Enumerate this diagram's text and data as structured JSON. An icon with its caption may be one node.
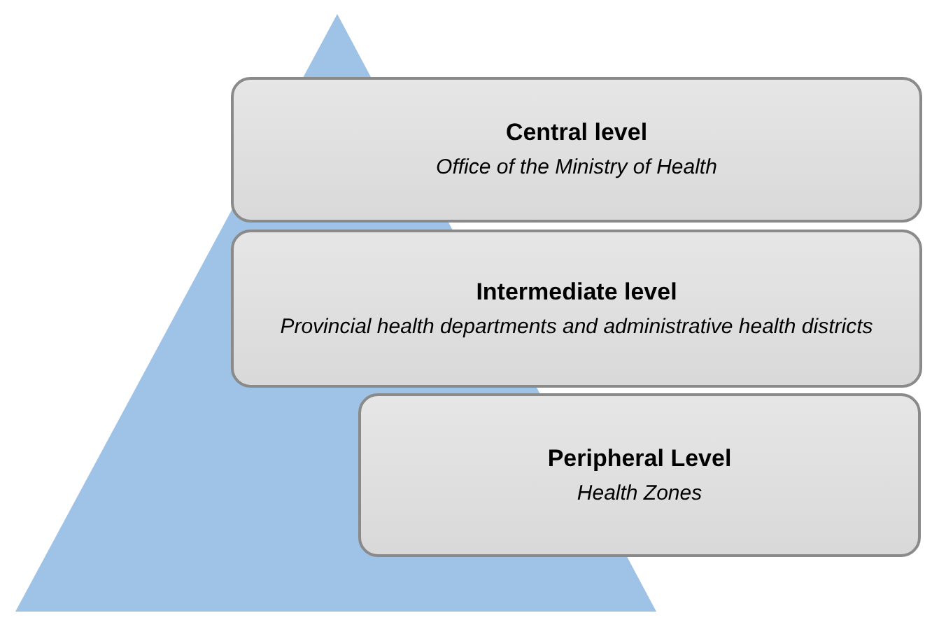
{
  "diagram": {
    "nodes": [
      {
        "text": [
          "Central level",
          "Office of the Ministry of Health"
        ]
      },
      {
        "text": [
          "Intermediate level",
          "Provincial health departments and administrative health districts"
        ]
      },
      {
        "text": [
          "Peripheral Level",
          "Health Zones"
        ]
      }
    ],
    "edges": []
  }
}
